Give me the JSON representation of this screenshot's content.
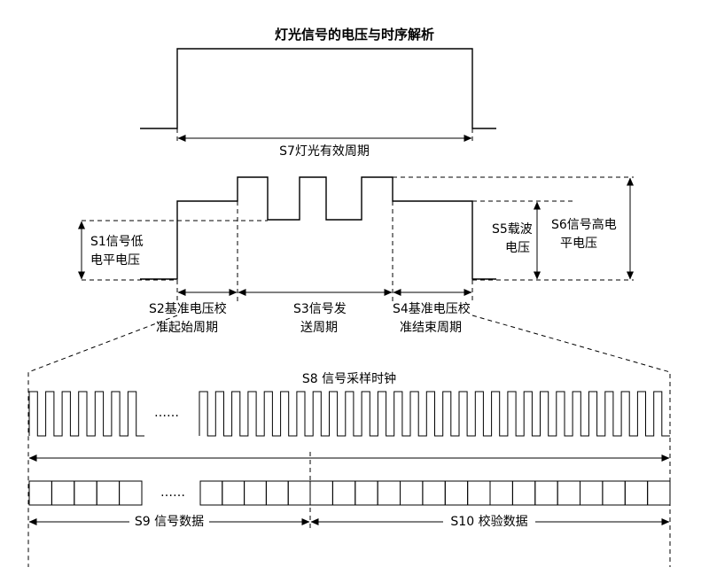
{
  "title": "灯光信号的电压与时序解析",
  "labels": {
    "s7": "S7灯光有效周期",
    "s1_line1": "S1信号低",
    "s1_line2": "电平电压",
    "s2_line1": "S2基准电压校",
    "s2_line2": "准起始周期",
    "s3_line1": "S3信号发",
    "s3_line2": "送周期",
    "s4_line1": "S4基准电压校",
    "s4_line2": "准结束周期",
    "s5_line1": "S5载波",
    "s5_line2": "电压",
    "s6_line1": "S6信号高电",
    "s6_line2": "平电压",
    "s8": "S8 信号采样时钟",
    "s9": "S9 信号数据",
    "s10": "S10 校验数据",
    "clock_ellipsis": "……",
    "data_ellipsis": "……"
  }
}
